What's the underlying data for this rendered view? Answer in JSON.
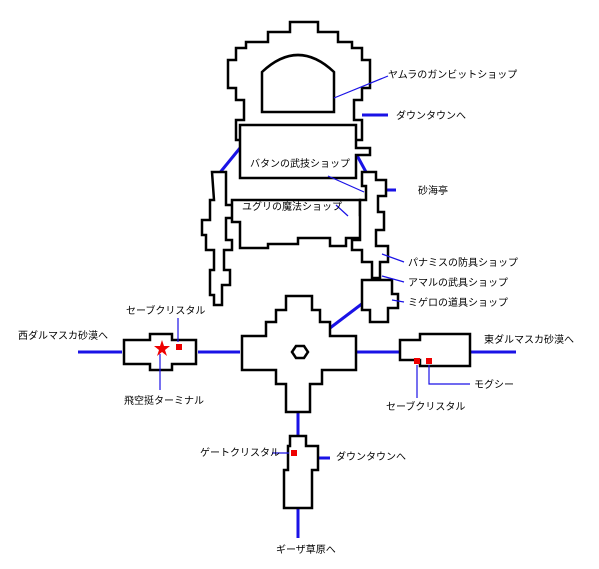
{
  "colors": {
    "background": "#ffffff",
    "wall": "#000000",
    "corridor": "#1a12e6",
    "marker": "#ee0000"
  },
  "labels": {
    "yamura": "ヤムラのガンビットショップ",
    "downtown_north": "ダウンタウンへ",
    "batan": "バタンの武技ショップ",
    "sunaumitei": "砂海亭",
    "yuguri": "ユグリの魔法ショップ",
    "panamisu": "パナミスの防具ショップ",
    "amaru": "アマルの武具ショップ",
    "migero": "ミゲロの道具ショップ",
    "save_crystal_west": "セーブクリスタル",
    "west_exit": "西ダルマスカ砂漠へ",
    "airship_terminal": "飛空挺ターミナル",
    "east_exit": "東ダルマスカ砂漠へ",
    "moogle": "モグシー",
    "save_crystal_east": "セーブクリスタル",
    "gate_crystal": "ゲートクリスタル",
    "downtown_south": "ダウンタウンへ",
    "giza_exit": "ギーザ草原へ"
  },
  "icons": {
    "save_crystal": "red-square-marker",
    "airship_terminal": "red-star-marker"
  }
}
